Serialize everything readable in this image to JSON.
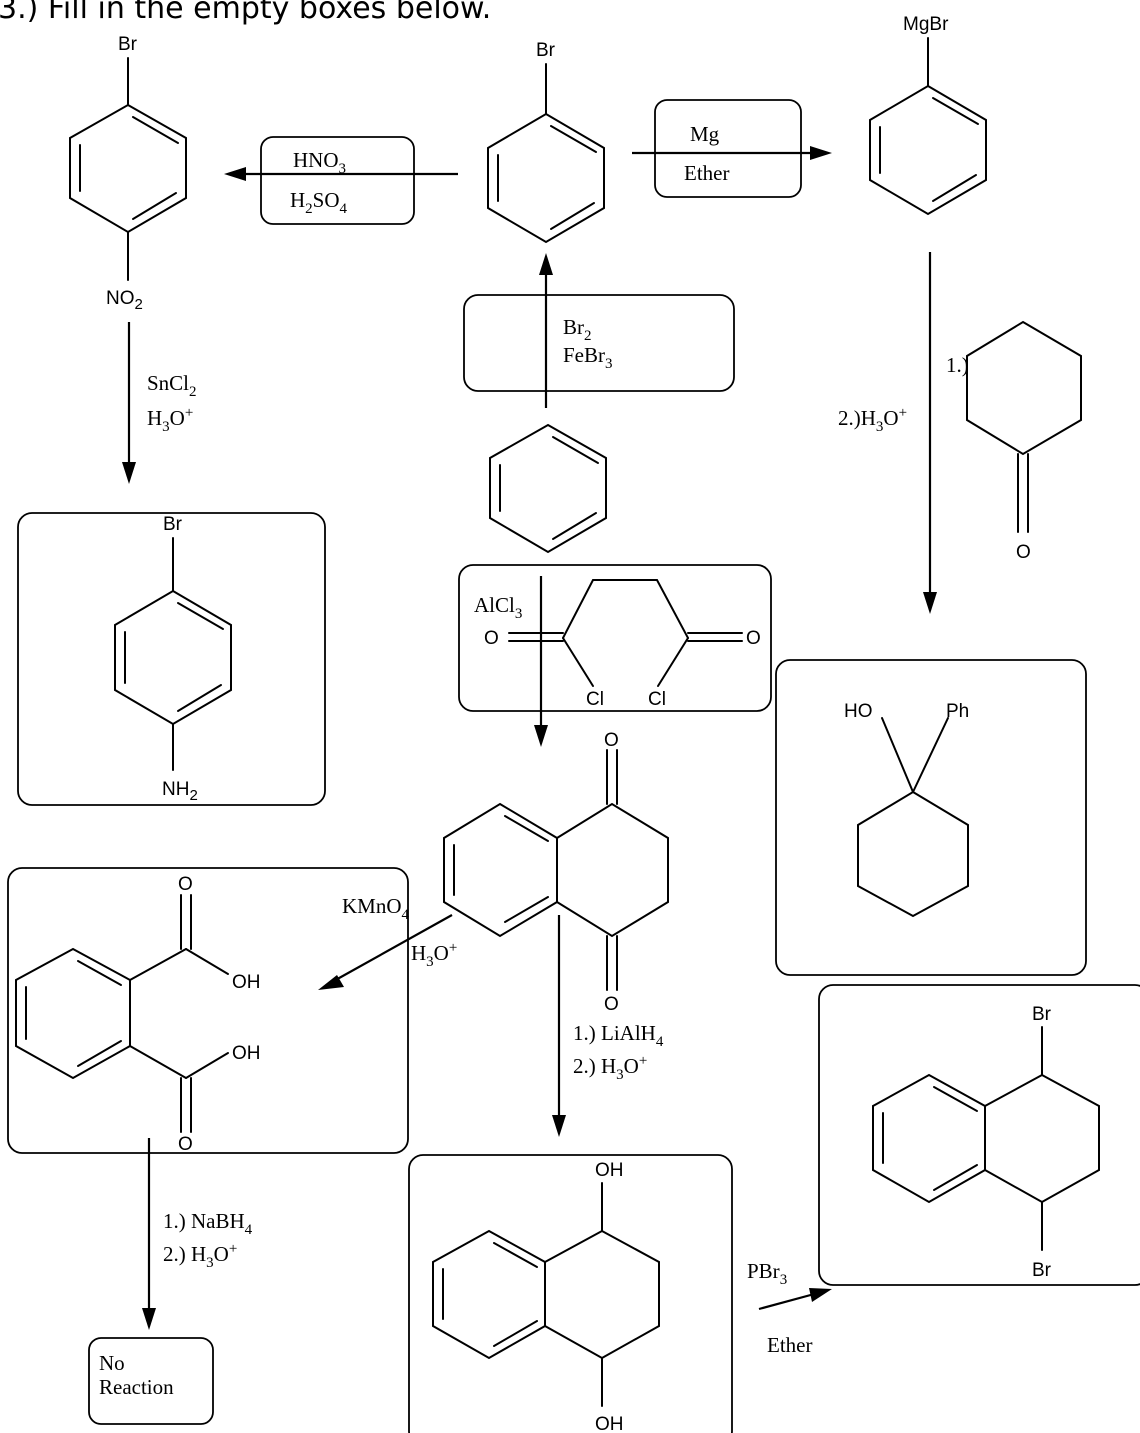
{
  "heading": "3.) Fill in the empty boxes below.",
  "atoms": {
    "br": "Br",
    "mgbr": "MgBr",
    "no": "NO",
    "nh": "NH",
    "sub2": "2",
    "o": "O",
    "cl": "Cl",
    "oh": "OH",
    "ho": "HO",
    "ph": "Ph"
  },
  "reagents": {
    "hno3": "HNO",
    "h2so4_h": "H",
    "h2so4_so": "SO",
    "sub3": "3",
    "sub4": "4",
    "sub2": "2",
    "mg": "Mg",
    "ether": "Ether",
    "br2": "Br",
    "febr": "FeBr",
    "sncl": "SnCl",
    "h3o_h": "H",
    "h3o_o": "O",
    "plus": "+",
    "alcl": "AlCl",
    "step1": "1.)",
    "step2_h3o": "2.)H",
    "kmno": "KMnO",
    "lialh": "1.) LiAlH",
    "step2b": "2.) H",
    "nabh": "1.) NaBH",
    "pbr": "PBr",
    "ether2": "Ether",
    "no_reaction_1": "No",
    "no_reaction_2": "Reaction"
  }
}
